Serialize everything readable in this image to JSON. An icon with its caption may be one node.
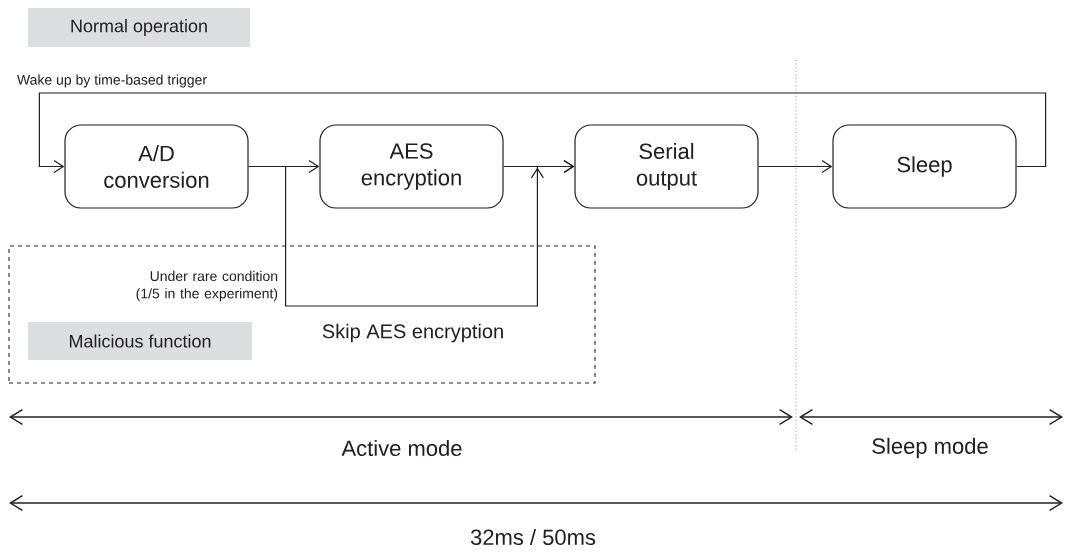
{
  "diagram": {
    "nodes": [
      {
        "text": [
          "Normal operation"
        ]
      },
      {
        "text": [
          "A/D conversion"
        ]
      },
      {
        "text": [
          "AES encryption"
        ]
      },
      {
        "text": [
          "Serial output"
        ]
      },
      {
        "text": [
          "Sleep"
        ]
      },
      {
        "text": [],
        "shape": "box"
      },
      {
        "text": [
          "Malicious function"
        ],
        "in": 5
      }
    ],
    "edges": [
      {
        "from": 4,
        "to": 1,
        "arrow": "to",
        "label": "Wake up by time-based trigger"
      },
      {
        "from": 1,
        "to": 2,
        "arrow": "to"
      },
      {
        "from": 2,
        "to": 3,
        "arrow": "to"
      },
      {
        "from": 3,
        "to": 4,
        "arrow": "to"
      },
      {
        "from": 1,
        "to": 3,
        "arrow": "to",
        "label": "Skip AES encryption"
      }
    ],
    "labels": [
      "Under rare condition (1/5 in the experiment)",
      "Active mode",
      "Sleep mode",
      "32ms / 50ms"
    ]
  }
}
